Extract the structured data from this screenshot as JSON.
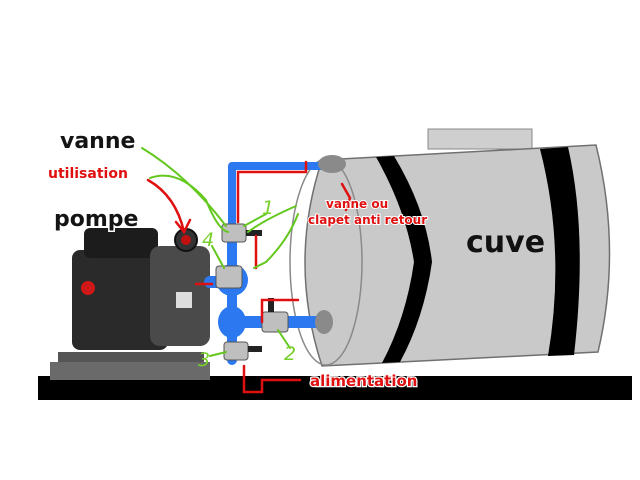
{
  "labels": {
    "vanne": "vanne",
    "utilisation": "utilisation",
    "pompe": "pompe",
    "vanne_ou": "vanne ou",
    "clapet_anti_retour": "clapet anti retour",
    "cuve": "cuve",
    "alimentation": "alimentation"
  },
  "valve_numbers": [
    "1",
    "2",
    "3",
    "4"
  ],
  "colors": {
    "pipe": "#2c78f0",
    "annotation_red": "#e01010",
    "annotation_green": "#64c81e",
    "tank": "#c8c8c8",
    "tank_bands": "#000000",
    "base": "#000000"
  }
}
